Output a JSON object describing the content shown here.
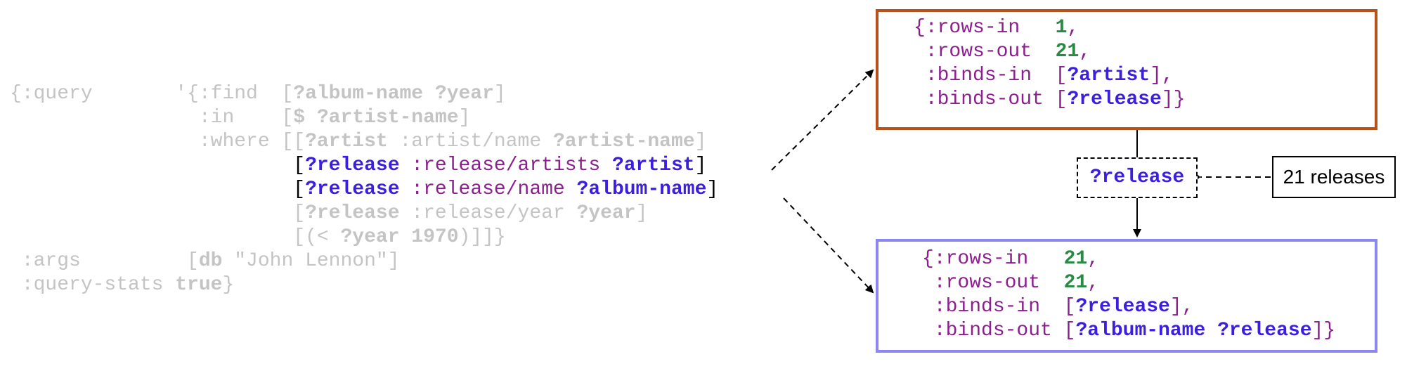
{
  "query": {
    "lines": [
      [
        {
          "t": "{:query       '{:find  [",
          "c": "g"
        },
        {
          "t": "?album-name ?year",
          "c": "gb"
        },
        {
          "t": "]",
          "c": "g"
        }
      ],
      [
        {
          "t": "                :in    [",
          "c": "g"
        },
        {
          "t": "$ ?artist-name",
          "c": "gb"
        },
        {
          "t": "]",
          "c": "g"
        }
      ],
      [
        {
          "t": "                :where [[",
          "c": "g"
        },
        {
          "t": "?artist",
          "c": "gb"
        },
        {
          "t": " :artist/name ",
          "c": "g"
        },
        {
          "t": "?artist-name",
          "c": "gb"
        },
        {
          "t": "]",
          "c": "g"
        }
      ],
      [
        {
          "t": "                        [",
          "c": "bl"
        },
        {
          "t": "?release",
          "c": "v"
        },
        {
          "t": " :release/artists ",
          "c": "k"
        },
        {
          "t": "?artist",
          "c": "v"
        },
        {
          "t": "]",
          "c": "bl"
        }
      ],
      [
        {
          "t": "                        [",
          "c": "bl"
        },
        {
          "t": "?release",
          "c": "v"
        },
        {
          "t": " :release/name ",
          "c": "k"
        },
        {
          "t": "?album-name",
          "c": "v"
        },
        {
          "t": "]",
          "c": "bl"
        }
      ],
      [
        {
          "t": "                        [",
          "c": "g"
        },
        {
          "t": "?release",
          "c": "gb"
        },
        {
          "t": " :release/year ",
          "c": "g"
        },
        {
          "t": "?year",
          "c": "gb"
        },
        {
          "t": "]",
          "c": "g"
        }
      ],
      [
        {
          "t": "                        [(< ",
          "c": "g"
        },
        {
          "t": "?year 1970",
          "c": "gb"
        },
        {
          "t": ")]]}",
          "c": "g"
        }
      ],
      [
        {
          "t": " :args         [",
          "c": "g"
        },
        {
          "t": "db",
          "c": "gb"
        },
        {
          "t": " \"John Lennon\"]",
          "c": "g"
        }
      ],
      [
        {
          "t": " :query-stats ",
          "c": "g"
        },
        {
          "t": "true",
          "c": "gb"
        },
        {
          "t": "}",
          "c": "g"
        }
      ]
    ]
  },
  "stats_top": {
    "lines": [
      [
        {
          "t": "{:rows-in   ",
          "c": "k"
        },
        {
          "t": "1",
          "c": "n"
        },
        {
          "t": ",",
          "c": "k"
        }
      ],
      [
        {
          "t": " :rows-out  ",
          "c": "k"
        },
        {
          "t": "21",
          "c": "n"
        },
        {
          "t": ",",
          "c": "k"
        }
      ],
      [
        {
          "t": " :binds-in  [",
          "c": "k"
        },
        {
          "t": "?artist",
          "c": "v"
        },
        {
          "t": "],",
          "c": "k"
        }
      ],
      [
        {
          "t": " :binds-out [",
          "c": "k"
        },
        {
          "t": "?release",
          "c": "v"
        },
        {
          "t": "]}",
          "c": "k"
        }
      ]
    ]
  },
  "stats_bottom": {
    "lines": [
      [
        {
          "t": "{:rows-in   ",
          "c": "k"
        },
        {
          "t": "21",
          "c": "n"
        },
        {
          "t": ",",
          "c": "k"
        }
      ],
      [
        {
          "t": " :rows-out  ",
          "c": "k"
        },
        {
          "t": "21",
          "c": "n"
        },
        {
          "t": ",",
          "c": "k"
        }
      ],
      [
        {
          "t": " :binds-in  [",
          "c": "k"
        },
        {
          "t": "?release",
          "c": "v"
        },
        {
          "t": "],",
          "c": "k"
        }
      ],
      [
        {
          "t": " :binds-out [",
          "c": "k"
        },
        {
          "t": "?album-name ?release",
          "c": "v"
        },
        {
          "t": "]}",
          "c": "k"
        }
      ]
    ]
  },
  "release_node": {
    "label": "?release"
  },
  "annotation": {
    "label": "21 releases"
  },
  "colors": {
    "faded": "#c4c4c4",
    "keyword": "#8b1f8e",
    "variable": "#3b1fe0",
    "number": "#2a8a45",
    "top_border": "#b8521b",
    "bottom_border": "#8c87f0"
  }
}
